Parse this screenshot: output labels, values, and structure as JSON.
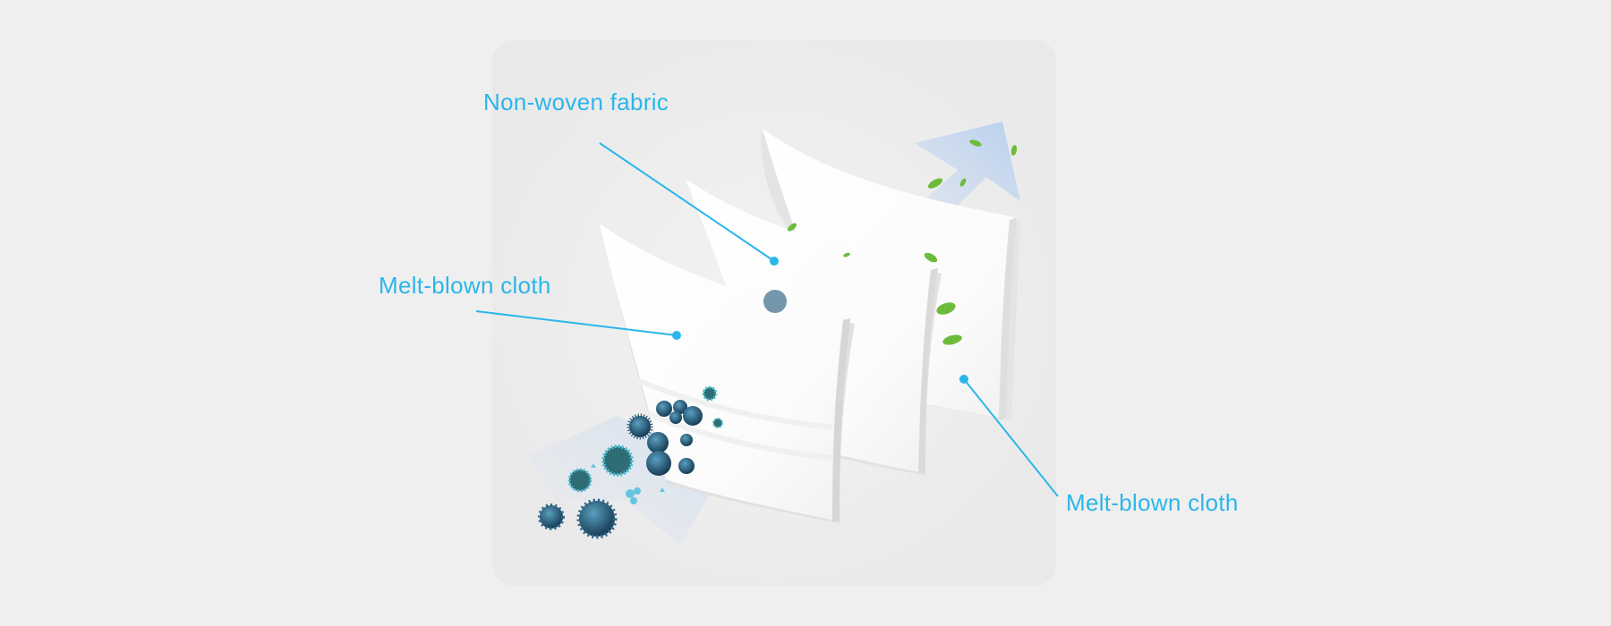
{
  "labels": {
    "non_woven": "Non-woven fabric",
    "melt_blown_left": "Melt-blown cloth",
    "melt_blown_right": "Melt-blown cloth"
  },
  "colors": {
    "background": "#efefef",
    "panel": "#ebebeb",
    "label_accent": "#2bb6ea",
    "layer_fill": "#ffffff",
    "layer_shadow": "#d9d9d9",
    "airflow_in": "#dbe6f4",
    "airflow_out": "#bcd3ef",
    "virus_dark": "#1d4a66",
    "virus_light": "#4fb3d0",
    "leaf": "#6dbb3a"
  },
  "icons": {
    "incoming": "virus-icon",
    "outgoing": "leaf-icon",
    "airflow": "arrow-icon"
  }
}
